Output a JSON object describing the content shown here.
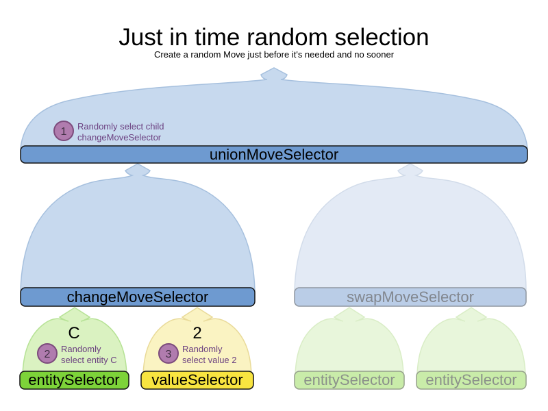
{
  "header": {
    "title": "Just in time random selection",
    "subtitle": "Create a random Move just before it's needed and no sooner"
  },
  "nodes": {
    "union": {
      "label": "unionMoveSelector"
    },
    "change": {
      "label": "changeMoveSelector"
    },
    "swap": {
      "label": "swapMoveSelector"
    },
    "entity": {
      "label": "entitySelector",
      "pick": "C"
    },
    "value": {
      "label": "valueSelector",
      "pick": "2"
    },
    "entity_faded_left": {
      "label": "entitySelector"
    },
    "entity_faded_right": {
      "label": "entitySelector"
    }
  },
  "steps": [
    {
      "num": "1",
      "line1": "Randomly select child",
      "line2": "changeMoveSelector"
    },
    {
      "num": "2",
      "line1": "Randomly",
      "line2": "select entity C"
    },
    {
      "num": "3",
      "line1": "Randomly",
      "line2": "select value 2"
    }
  ],
  "colors": {
    "title_text": "#000000",
    "bar_text": "#000000",
    "arch_blue": "#c7d9ee",
    "arch_blue_stroke": "#a6c0de",
    "arch_blue_faded": "#e3eaf5",
    "arch_blue_faded_stroke": "#d2dcea",
    "bar_blue": "#6e9ad0",
    "bar_blue_stroke": "#141414",
    "bar_blue_faded": "#bacde7",
    "bar_blue_faded_stroke": "#8f97a1",
    "bar_blue_faded_text": "#82878f",
    "arch_green": "#daf2c1",
    "arch_green_stroke": "#b6e295",
    "arch_green_faded": "#e8f6db",
    "arch_green_faded_stroke": "#d9edc6",
    "arch_yellow": "#faf3c2",
    "arch_yellow_stroke": "#e9da99",
    "bar_green": "#7dd339",
    "bar_yellow": "#f8e440",
    "bar_black_stroke": "#141414",
    "bar_green_faded": "#c9eca9",
    "bar_green_faded_stroke": "#96a08c",
    "bar_green_faded_text": "#8b918a",
    "circle_fill": "#b07cae",
    "circle_stroke": "#7c4b7c",
    "circle_num_text": "#3f2f42",
    "note_text": "#6b4080"
  }
}
